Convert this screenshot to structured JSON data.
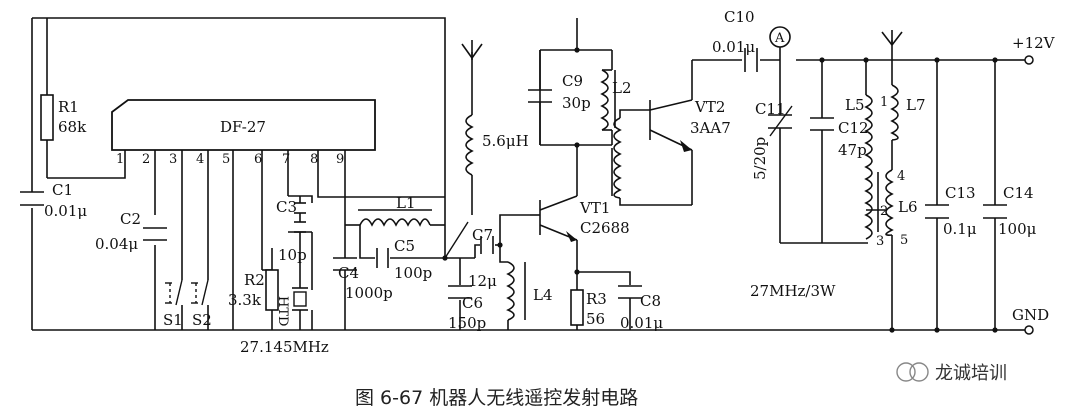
{
  "figure": {
    "caption": "图 6-67   机器人无线遥控发射电路",
    "watermark": "龙诚培训"
  },
  "ic": {
    "name": "DF-27",
    "pins": [
      "1",
      "2",
      "3",
      "4",
      "5",
      "6",
      "7",
      "8",
      "9"
    ]
  },
  "components": {
    "R1": {
      "ref": "R1",
      "value": "68k"
    },
    "C1": {
      "ref": "C1",
      "value": "0.01μ"
    },
    "C2": {
      "ref": "C2",
      "value": "0.04μ"
    },
    "C3": {
      "ref": "C3",
      "value": "10p"
    },
    "R2": {
      "ref": "R2",
      "value": "3.3k"
    },
    "crystal": {
      "ref": "HTD",
      "freq": "27.145MHz"
    },
    "C4": {
      "ref": "C4",
      "value": "1000p"
    },
    "C5": {
      "ref": "C5",
      "value": "100p"
    },
    "L1": {
      "ref": "L1"
    },
    "S1": {
      "ref": "S1"
    },
    "S2": {
      "ref": "S2"
    },
    "choke": {
      "value": "5.6μH"
    },
    "C7": {
      "ref": "C7",
      "value": "12μ"
    },
    "C6": {
      "ref": "C6",
      "value": "150p"
    },
    "L4": {
      "ref": "L4"
    },
    "C9": {
      "ref": "C9",
      "value": "30p"
    },
    "L2": {
      "ref": "L2"
    },
    "VT1": {
      "ref": "VT1",
      "type": "C2688"
    },
    "R3": {
      "ref": "R3",
      "value": "56"
    },
    "C8": {
      "ref": "C8",
      "value": "0.01μ"
    },
    "VT2": {
      "ref": "VT2",
      "type": "3AA7"
    },
    "C10": {
      "ref": "C10",
      "value": "0.01μ"
    },
    "meter": {
      "symbol": "A"
    },
    "C11": {
      "ref": "C11",
      "value": "5/20p"
    },
    "C12": {
      "ref": "C12",
      "value": "47p"
    },
    "L5": {
      "ref": "L5"
    },
    "L6": {
      "ref": "L6"
    },
    "L7": {
      "ref": "L7"
    },
    "tap_labels": [
      "1",
      "4",
      "2",
      "3",
      "5"
    ],
    "C13": {
      "ref": "C13",
      "value": "0.1μ"
    },
    "C14": {
      "ref": "C14",
      "value": "100μ"
    }
  },
  "power": {
    "vcc": "+12V",
    "gnd": "GND"
  },
  "output_spec": "27MHz/3W"
}
